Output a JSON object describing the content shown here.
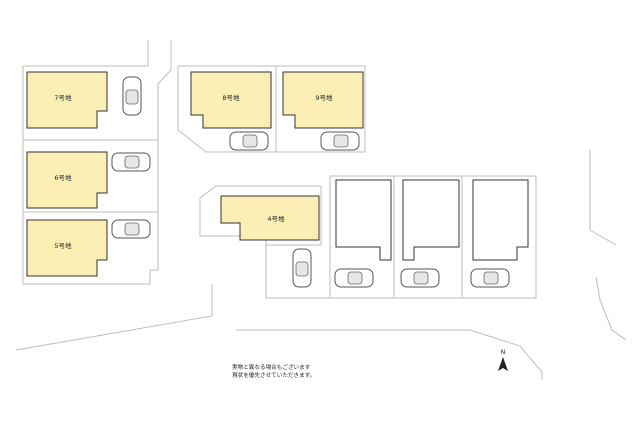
{
  "lots": [
    {
      "id": "lot7",
      "label": "7号地",
      "status": "yellow"
    },
    {
      "id": "lot6",
      "label": "6号地",
      "status": "yellow"
    },
    {
      "id": "lot5",
      "label": "5号地",
      "status": "yellow"
    },
    {
      "id": "lot8",
      "label": "8号地",
      "status": "yellow"
    },
    {
      "id": "lot9",
      "label": "9号地",
      "status": "yellow"
    },
    {
      "id": "lot4",
      "label": "4号地",
      "status": "yellow"
    }
  ],
  "note": {
    "line1": "実物と異なる場合もございます",
    "line2": "現状を優先させていただきます。"
  },
  "north": "N",
  "colors": {
    "lot_fill": "#fbefb3",
    "outline": "#333333",
    "site_line": "#bdbdbd"
  }
}
